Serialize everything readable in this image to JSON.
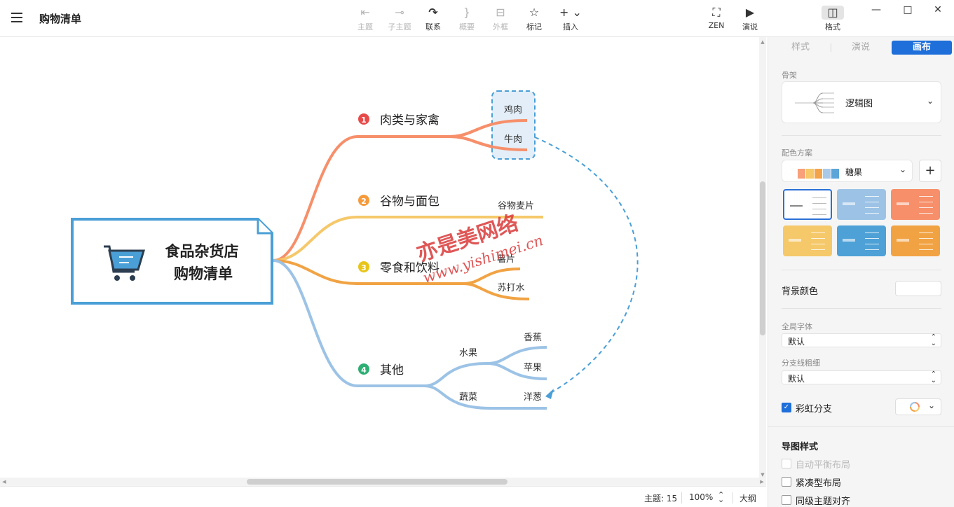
{
  "app": {
    "doc_title": "购物清单"
  },
  "toolbar": {
    "topic": "主题",
    "subtopic": "子主题",
    "relationship": "联系",
    "summary": "概要",
    "boundary": "外框",
    "marker": "标记",
    "insert": "插入",
    "zen": "ZEN",
    "pitch": "演说",
    "format": "格式"
  },
  "mindmap": {
    "central": {
      "line1": "食品杂货店",
      "line2": "购物清单",
      "icon": "shopping-cart-icon"
    },
    "branches": [
      {
        "num": "1",
        "label": "肉类与家禽",
        "color": "#f68f6a",
        "badge_color": "#e84a4a",
        "children": [
          "鸡肉",
          "牛肉"
        ]
      },
      {
        "num": "2",
        "label": "谷物与面包",
        "color": "#f5c86a",
        "badge_color": "#f59b3c",
        "children": [
          "谷物麦片"
        ]
      },
      {
        "num": "3",
        "label": "零食和饮料",
        "color": "#f1a344",
        "badge_color": "#e8c51a",
        "children": [
          "薯片",
          "苏打水"
        ]
      },
      {
        "num": "4",
        "label": "其他",
        "color": "#9cc3e6",
        "badge_color": "#2dae73",
        "groups": [
          {
            "label": "水果",
            "children": [
              "香蕉",
              "苹果"
            ]
          },
          {
            "label": "蔬菜",
            "children": [
              "洋葱"
            ]
          }
        ]
      }
    ],
    "watermark": {
      "line1": "亦是美网络",
      "line2": "www.yishimei.cn"
    }
  },
  "status": {
    "topic_count": "主题: 15",
    "zoom": "100%",
    "outline": "大纲"
  },
  "panel": {
    "tabs": [
      "样式",
      "演说",
      "画布"
    ],
    "active_tab": "画布",
    "skeleton_label": "骨架",
    "skeleton_value": "逻辑图",
    "color_scheme_label": "配色方案",
    "color_scheme_value": "糖果",
    "color_swatches": [
      "#f7a07a",
      "#f6c86a",
      "#f3a44a",
      "#a9c9e9",
      "#5ba5d8"
    ],
    "add_label": "+",
    "themes": [
      {
        "bg": "#ffffff",
        "selected": true
      },
      {
        "bg": "#9cc3e6",
        "selected": false
      },
      {
        "bg": "#f68f6a",
        "selected": false
      },
      {
        "bg": "#f5c86a",
        "selected": false
      },
      {
        "bg": "#4ea1d6",
        "selected": false
      },
      {
        "bg": "#f1a344",
        "selected": false
      }
    ],
    "background_color_label": "背景颜色",
    "global_font_label": "全局字体",
    "global_font_value": "默认",
    "branch_width_label": "分支线粗细",
    "branch_width_value": "默认",
    "rainbow_branch_label": "彩虹分支",
    "map_style_label": "导图样式",
    "auto_balance_label": "自动平衡布局",
    "compact_layout_label": "紧凑型布局",
    "align_siblings_label": "同级主题对齐"
  }
}
